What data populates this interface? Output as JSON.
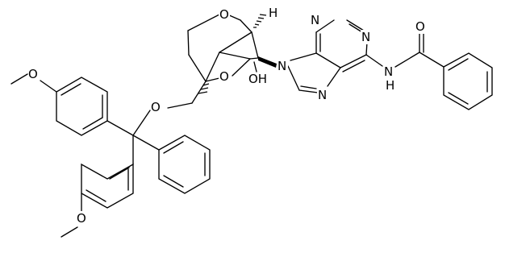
{
  "figure": {
    "kind": "chemical-structure",
    "background": "#ffffff",
    "ink": "#000000"
  },
  "labels": {
    "ring_oxygen": "O",
    "bridge_oxygen": "O",
    "hydroxyl": "OH",
    "bridgehead_h": "H",
    "purine_n9": "N",
    "purine_n7": "N",
    "purine_n3": "N",
    "purine_n1": "N",
    "amide_nh": "N",
    "amide_h": "H",
    "carbonyl_o": "O",
    "ether_o": "O",
    "methoxy_top_o": "O",
    "methoxy_bottom_o": "O"
  }
}
